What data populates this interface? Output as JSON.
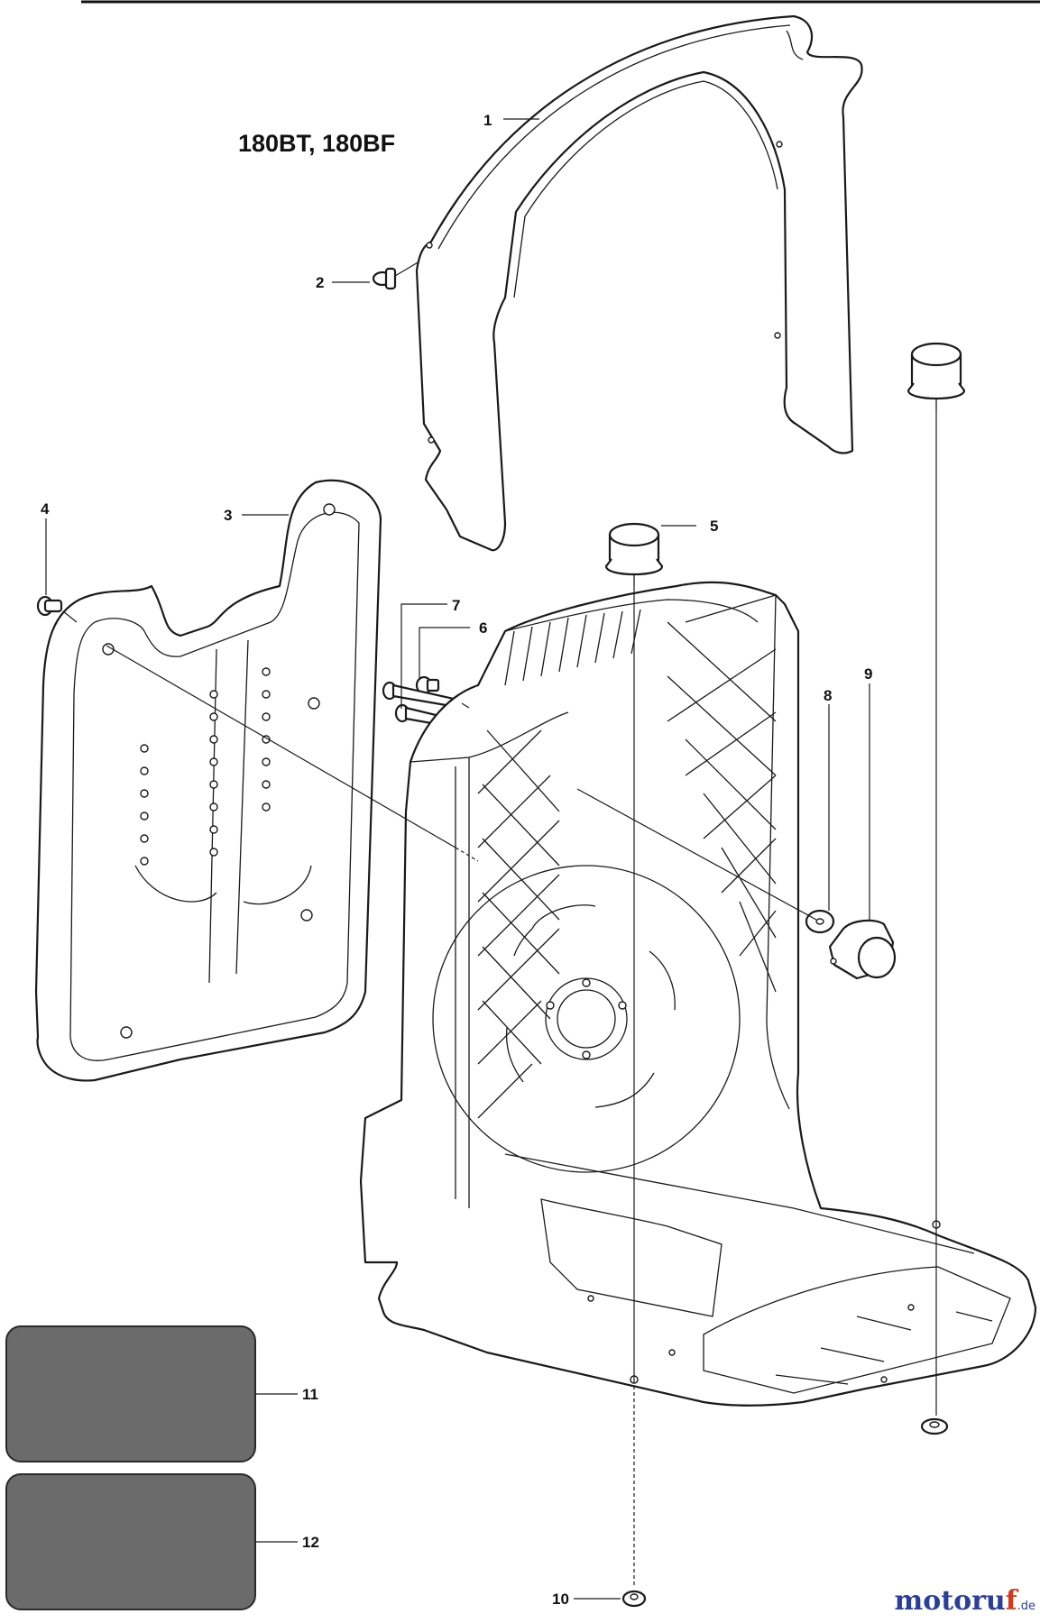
{
  "title": "180BT, 180BF",
  "watermark": {
    "main": "motoru",
    "accent": "f",
    "tld": ".de",
    "colors": {
      "main": "#2a3f9a",
      "accent": "#d23a1c"
    }
  },
  "callouts": [
    "1",
    "2",
    "3",
    "4",
    "5",
    "6",
    "7",
    "8",
    "9",
    "10",
    "11",
    "12"
  ]
}
